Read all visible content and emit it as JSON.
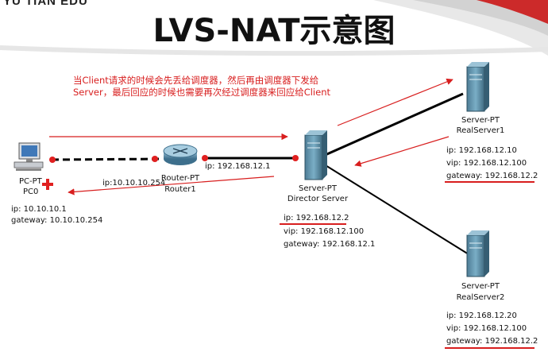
{
  "brand": "YU TIAN EDU",
  "title": "LVS-NAT示意图",
  "note": "当Client请求的时候会先丢给调度器，然后再由调度器下发给Server，最后回应的时候也需要再次经过调度器来回应给Client",
  "pc": {
    "type": "PC-PT",
    "name": "PC0",
    "ip": "ip: 10.10.10.1",
    "gateway": "gateway: 10.10.10.254"
  },
  "router": {
    "type": "Router-PT",
    "name": "Router1",
    "left_ip": "ip:10.10.10.254",
    "right_ip": "ip: 192.168.12.1"
  },
  "director": {
    "type": "Server-PT",
    "name": "Director Server",
    "ip": "ip: 192.168.12.2",
    "vip": "vip: 192.168.12.100",
    "gateway": "gateway: 192.168.12.1"
  },
  "rs1": {
    "type": "Server-PT",
    "name": "RealServer1",
    "ip": "ip: 192.168.12.10",
    "vip": "vip: 192.168.12.100",
    "gateway": "gateway: 192.168.12.2"
  },
  "rs2": {
    "type": "Server-PT",
    "name": "RealServer2",
    "ip": "ip: 192.168.12.20",
    "vip": "vip: 192.168.12.100",
    "gateway": "gateway: 192.168.12.2"
  },
  "colors": {
    "accent_red": "#d81e1e",
    "link": "#000000",
    "port_dot": "#e02020",
    "server_body": "#5f8fa8"
  }
}
